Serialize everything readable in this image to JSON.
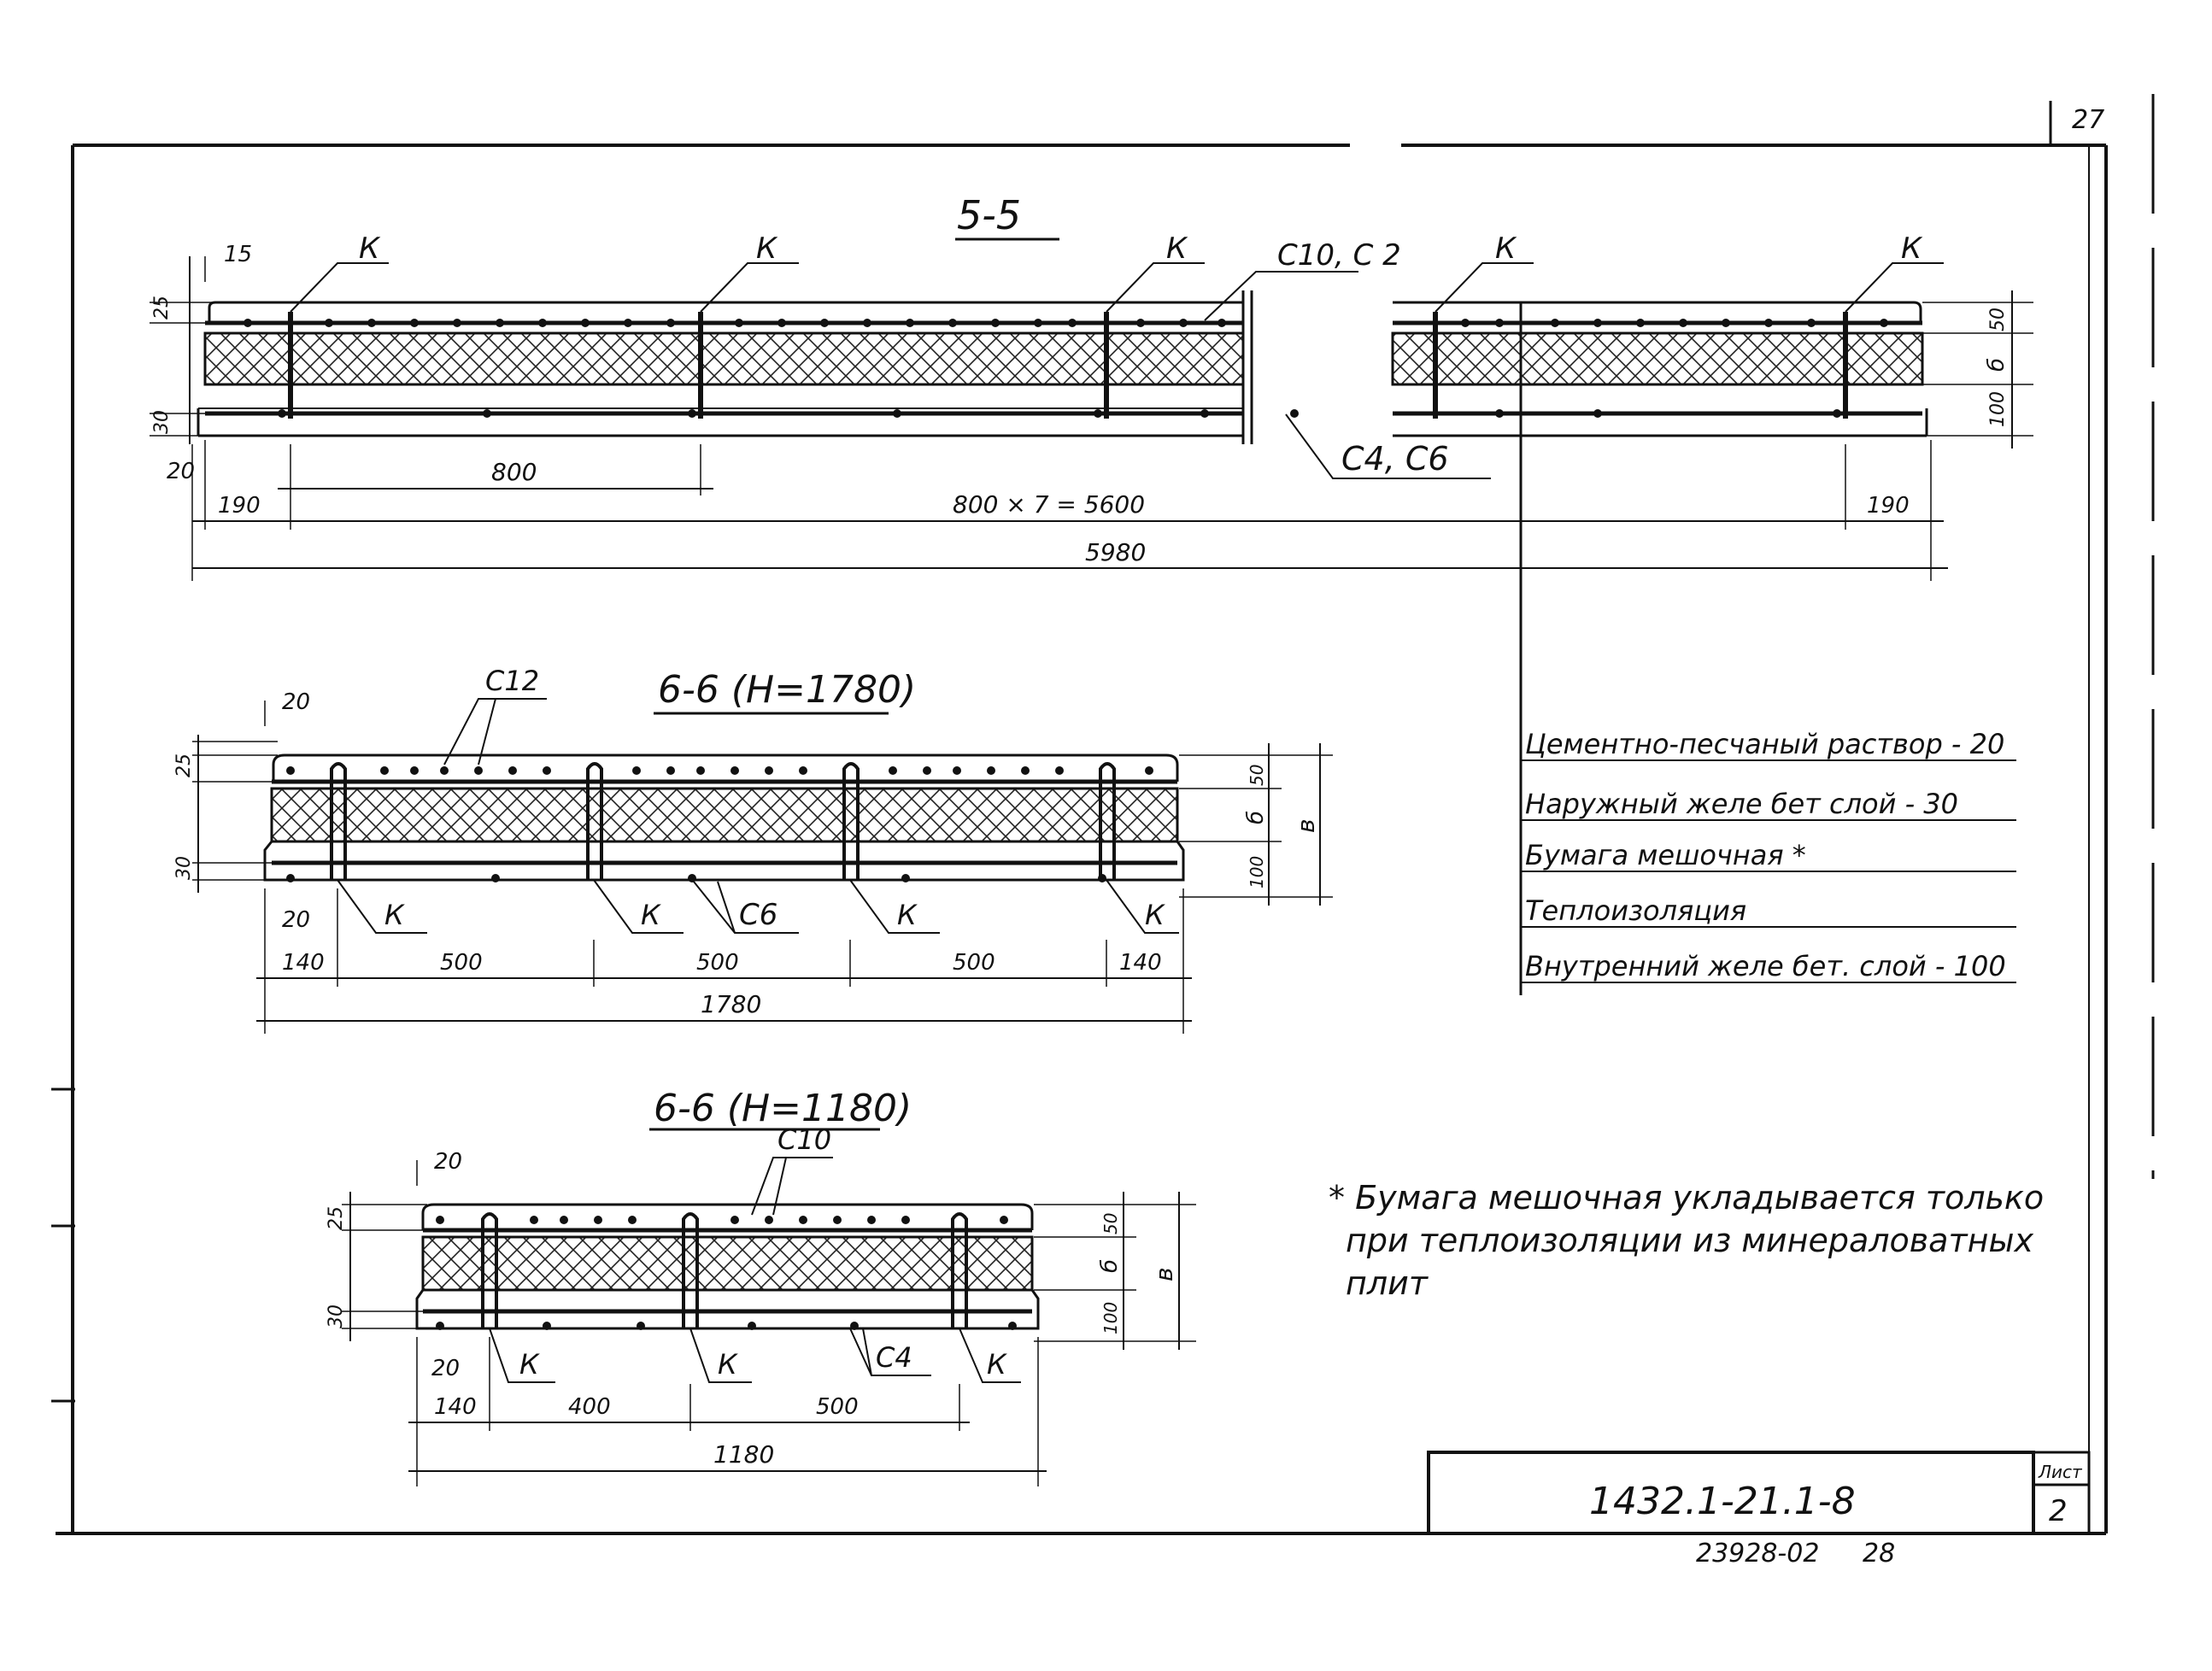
{
  "sheet": {
    "page_number": "27",
    "doc_code": "1432.1-21.1-8",
    "sheet_label": "Лист",
    "sheet_number": "2",
    "archive_number": "23928-02",
    "archive_suffix": "28"
  },
  "section_5_5": {
    "title": "5-5",
    "labels": {
      "k": "К",
      "rebar_top": "С10, С 2",
      "rebar_bottom": "С4, С6"
    },
    "dims": {
      "d15": "15",
      "d25": "25",
      "d30": "30",
      "d20": "20",
      "d190_left": "190",
      "d800": "800",
      "d800x7": "800 × 7 = 5600",
      "d190_right": "190",
      "d5980": "5980",
      "right_top": "50",
      "right_mid": "б",
      "right_bottom": "100"
    }
  },
  "section_6_6_1780": {
    "title": "6-6 (Н=1780)",
    "labels": {
      "rebar_top": "С12",
      "rebar_bottom": "С6",
      "k": "К"
    },
    "dims": {
      "d20_top": "20",
      "d25": "25",
      "d30": "30",
      "d20_bot": "20",
      "d140_left": "140",
      "d500_a": "500",
      "d500_b": "500",
      "d500_c": "500",
      "d140_right": "140",
      "d1780": "1780",
      "right_top": "50",
      "right_mid": "б",
      "right_bottom": "100",
      "right_total": "в"
    }
  },
  "section_6_6_1180": {
    "title": "6-6 (Н=1180)",
    "labels": {
      "rebar_top": "С10",
      "rebar_bottom": "С4",
      "k": "К"
    },
    "dims": {
      "d20_top": "20",
      "d25": "25",
      "d30": "30",
      "d20_bot": "20",
      "d140": "140",
      "d400": "400",
      "d500": "500",
      "d1180": "1180",
      "right_top": "50",
      "right_mid": "б",
      "right_bottom": "100",
      "right_total": "в"
    }
  },
  "layers": [
    "Цементно-песчаный раствор - 20",
    "Наружный желе бет слой - 30",
    "Бумага мешочная *",
    "Теплоизоляция",
    "Внутренний желе бет. слой - 100"
  ],
  "note": {
    "line1": "* Бумага мешочная укладывается только",
    "line2": "при теплоизоляции из минераловатных",
    "line3": "плит"
  }
}
